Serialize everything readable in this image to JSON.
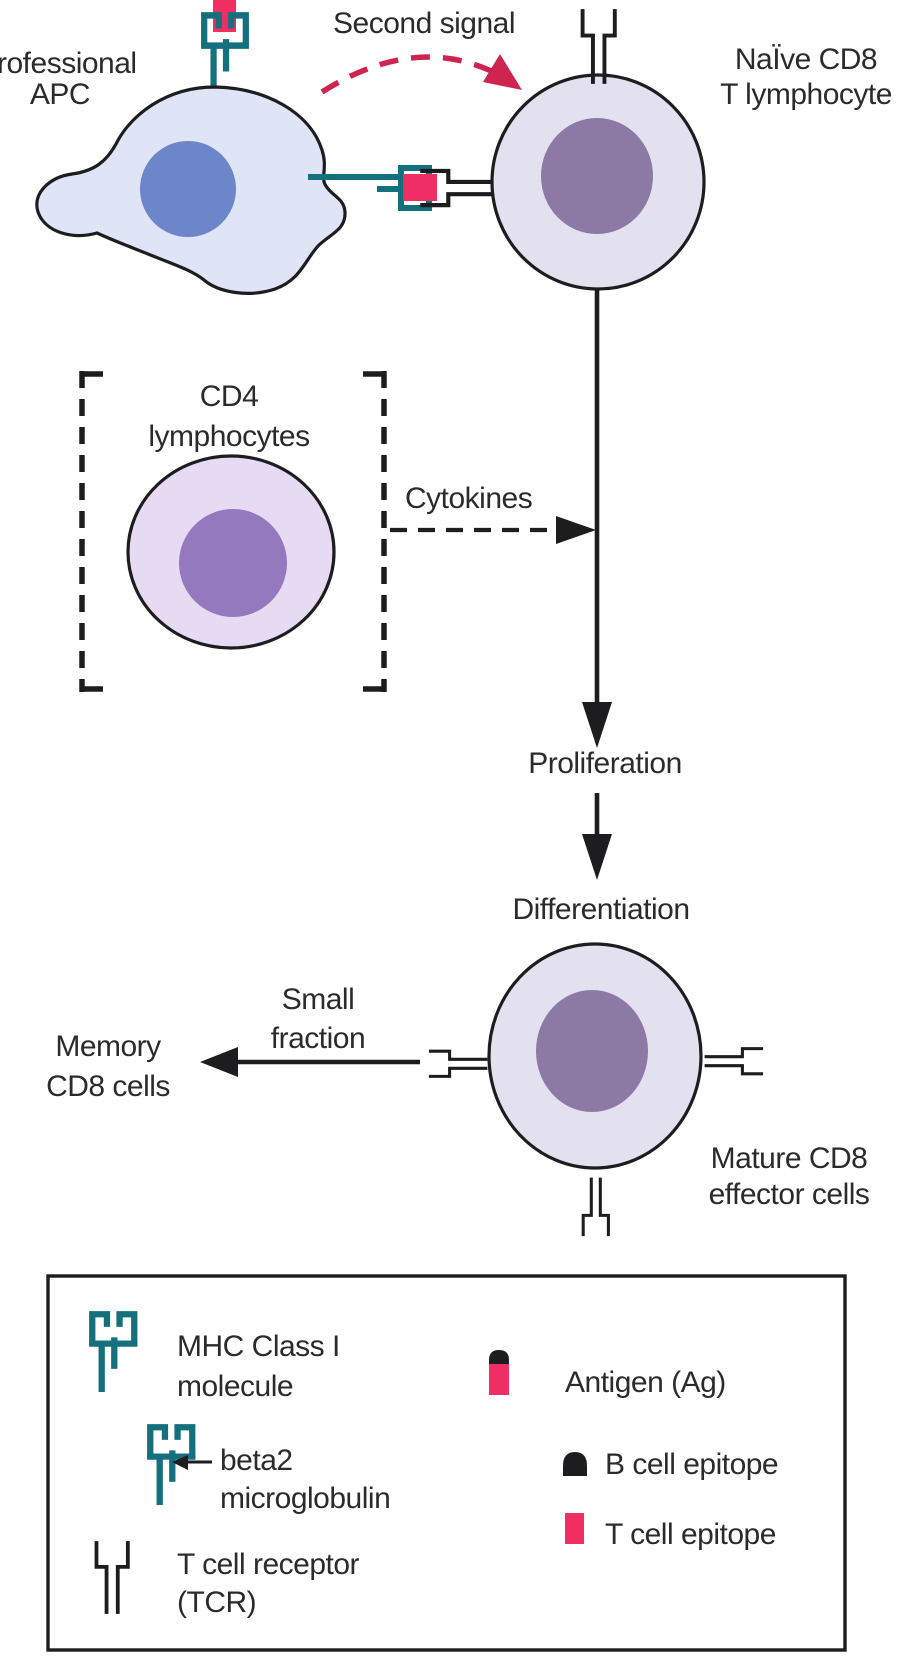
{
  "colors": {
    "teal": "#15707e",
    "pink": "#ef2e63",
    "crimson": "#cd2450",
    "ink": "#1d1d1f",
    "text": "#2b2b2b",
    "apc-body": "#dfe4f6",
    "apc-nucleus": "#6d86ca",
    "cd8-body": "#e3e0ef",
    "cd8-nucleus": "#8c79a4",
    "cd4-body": "#e7dbf3",
    "cd4-nucleus": "#9479bf"
  },
  "diagram": {
    "apc": {
      "label_line1": "rofessional",
      "label_line2": "APC"
    },
    "second_signal_label": "Second signal",
    "naive_cd8": {
      "label_line1": "NaÏve CD8",
      "label_line2": "T lymphocyte"
    },
    "cd4": {
      "label_line1": "CD4",
      "label_line2": "lymphocytes",
      "cytokines_label": "Cytokines"
    },
    "flow": {
      "proliferation_label": "Proliferation",
      "differentiation_label": "Differentiation"
    },
    "memory": {
      "small_fraction_line1": "Small",
      "small_fraction_line2": "fraction",
      "label_line1": "Memory",
      "label_line2": "CD8 cells"
    },
    "mature": {
      "label_line1": "Mature CD8",
      "label_line2": "effector cells"
    }
  },
  "legend": {
    "mhc_line1": "MHC Class I",
    "mhc_line2": "molecule",
    "beta2_line1": "beta2",
    "beta2_line2": "microglobulin",
    "tcr_line1": "T cell receptor",
    "tcr_line2": "(TCR)",
    "antigen_label": "Antigen (Ag)",
    "b_epitope_label": "B cell epitope",
    "t_epitope_label": "T cell epitope"
  }
}
